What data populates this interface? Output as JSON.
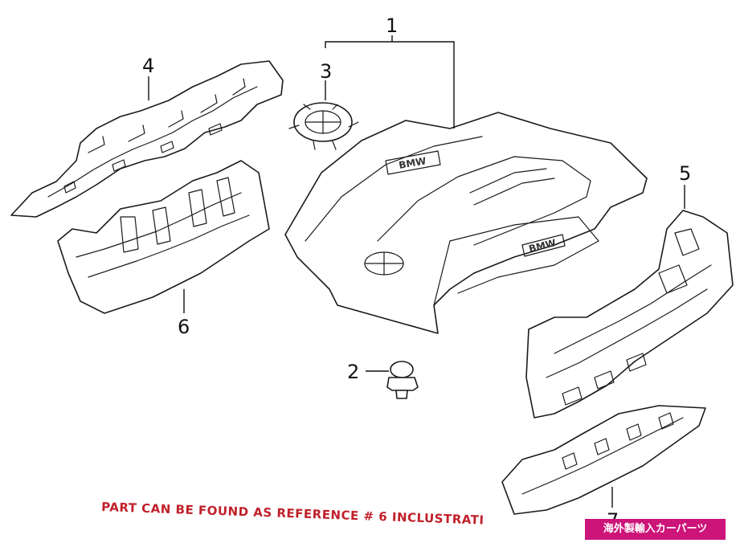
{
  "callouts": {
    "c1": "1",
    "c2": "2",
    "c3": "3",
    "c4": "4",
    "c5": "5",
    "c6": "6",
    "c7": "7"
  },
  "brand_marks": {
    "cover_top": "BMW",
    "cover_side": "BMW"
  },
  "reference_note": "PART CAN BE FOUND AS REFERENCE # 6 INCLUSTRATI",
  "shop_badge": "海外製輸入カーパーツ",
  "colors": {
    "note": "#c0202a",
    "badge_bg": "#cc1479",
    "badge_text": "#ffffff"
  }
}
